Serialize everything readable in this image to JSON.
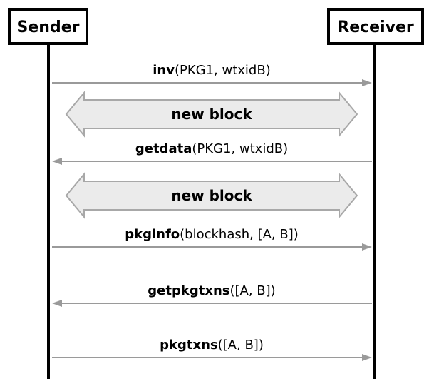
{
  "actors": {
    "sender": "Sender",
    "receiver": "Receiver"
  },
  "colors": {
    "lifeline": "#000000",
    "arrow": "#9a9a9a",
    "event_fill": "#ebebeb",
    "event_stroke": "#a8a8a8"
  },
  "sequence": [
    {
      "kind": "message",
      "direction": "sender-to-receiver",
      "name": "inv",
      "args": "(PKG1, wtxidB)"
    },
    {
      "kind": "event",
      "label": "new block"
    },
    {
      "kind": "message",
      "direction": "receiver-to-sender",
      "name": "getdata",
      "args": "(PKG1, wtxidB)"
    },
    {
      "kind": "event",
      "label": "new block"
    },
    {
      "kind": "message",
      "direction": "sender-to-receiver",
      "name": "pkginfo",
      "args": "(blockhash, [A, B])"
    },
    {
      "kind": "message",
      "direction": "receiver-to-sender",
      "name": "getpkgtxns",
      "args": "([A, B])"
    },
    {
      "kind": "message",
      "direction": "sender-to-receiver",
      "name": "pkgtxns",
      "args": "([A, B])"
    }
  ]
}
